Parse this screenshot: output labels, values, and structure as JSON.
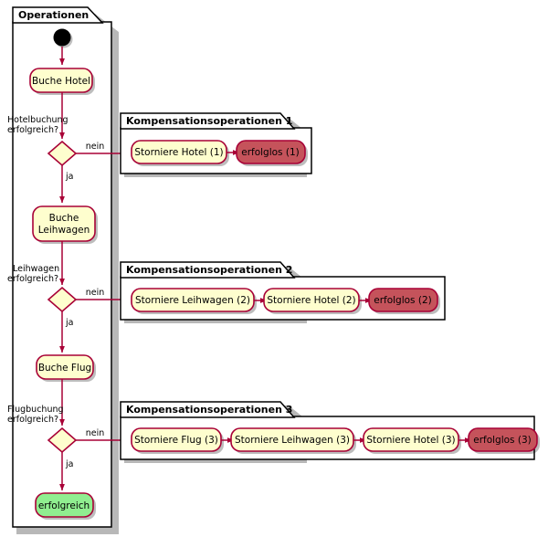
{
  "diagram": {
    "type": "activity-diagram",
    "title": "Operationen",
    "colors": {
      "node_fill_default": "#FEFECE",
      "node_fill_failure": "#C5535B",
      "node_fill_success": "#90EE90",
      "node_border": "#A80036",
      "edge": "#A80036",
      "frame_border": "#000000",
      "frame_fill": "#FFFFFF",
      "start_node": "#000000"
    }
  },
  "main_frame": {
    "title": "Operationen",
    "start_node": "start-node",
    "steps": [
      {
        "id": "buche-hotel",
        "label": "Buche Hotel"
      },
      {
        "id": "buche-leihwagen",
        "label": "Buche Leihwagen",
        "line1": "Buche",
        "line2": "Leihwagen"
      },
      {
        "id": "buche-flug",
        "label": "Buche Flug"
      }
    ],
    "decisions": [
      {
        "id": "decision-hotel",
        "question_line1": "Hotelbuchung",
        "question_line2": "erfolgreich?",
        "yes_label": "ja",
        "no_label": "nein"
      },
      {
        "id": "decision-leihwagen",
        "question_line1": "Leihwagen",
        "question_line2": "erfolgreich?",
        "yes_label": "ja",
        "no_label": "nein"
      },
      {
        "id": "decision-flug",
        "question_line1": "Flugbuchung",
        "question_line2": "erfolgreich?",
        "yes_label": "ja",
        "no_label": "nein"
      }
    ],
    "end_node": {
      "id": "erfolgreich",
      "label": "erfolgreich"
    }
  },
  "compensation_frames": [
    {
      "id": "kompensation-1",
      "title": "Kompensationsoperationen 1",
      "nodes": [
        {
          "id": "storniere-hotel-1",
          "label": "Storniere Hotel (1)",
          "style": "default"
        },
        {
          "id": "erfolglos-1",
          "label": "erfolglos (1)",
          "style": "failure"
        }
      ]
    },
    {
      "id": "kompensation-2",
      "title": "Kompensationsoperationen 2",
      "nodes": [
        {
          "id": "storniere-leihwagen-2",
          "label": "Storniere Leihwagen (2)",
          "style": "default"
        },
        {
          "id": "storniere-hotel-2",
          "label": "Storniere Hotel (2)",
          "style": "default"
        },
        {
          "id": "erfolglos-2",
          "label": "erfolglos (2)",
          "style": "failure"
        }
      ]
    },
    {
      "id": "kompensation-3",
      "title": "Kompensationsoperationen 3",
      "nodes": [
        {
          "id": "storniere-flug-3",
          "label": "Storniere Flug (3)",
          "style": "default"
        },
        {
          "id": "storniere-leihwagen-3",
          "label": "Storniere Leihwagen (3)",
          "style": "default"
        },
        {
          "id": "storniere-hotel-3",
          "label": "Storniere Hotel (3)",
          "style": "default"
        },
        {
          "id": "erfolglos-3",
          "label": "erfolglos (3)",
          "style": "failure"
        }
      ]
    }
  ]
}
